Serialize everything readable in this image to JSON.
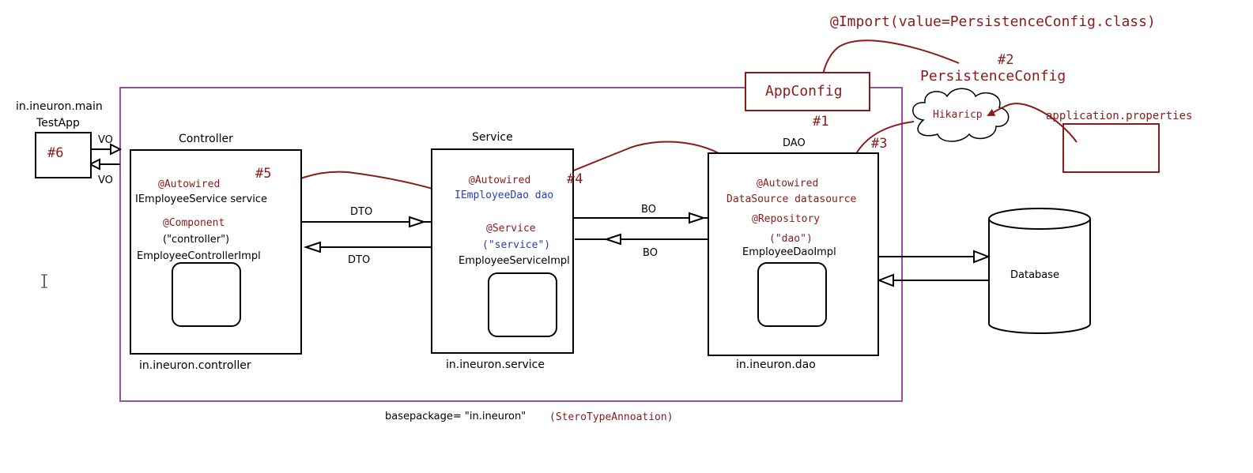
{
  "colors": {
    "annotation": "#8b1a1a",
    "blue_text": "#2a3db8",
    "frame": "#9b4f9b",
    "outline": "#000000"
  },
  "top": {
    "import_annotation": "@Import(value=PersistenceConfig.class)",
    "persistence_num": "#2",
    "persistence_label": "PersistenceConfig",
    "appconfig_label": "AppConfig",
    "appconfig_num": "#1",
    "hikari_label": "Hikaricp",
    "app_properties_label": "application.properties",
    "dao_num": "#3"
  },
  "testapp": {
    "package": "in.ineuron.main",
    "name": "TestApp",
    "num": "#6",
    "vo_in": "VO",
    "vo_out": "VO"
  },
  "controller": {
    "title": "Controller",
    "autowired": "@Autowired",
    "field": "IEmployeeService service",
    "component": "@Component",
    "component_arg": "(\"controller\")",
    "class_name": "EmployeeControllerImpl",
    "package": "in.ineuron.controller",
    "num": "#5"
  },
  "dto_labels": {
    "top": "DTO",
    "bottom": "DTO"
  },
  "service": {
    "title": "Service",
    "autowired": "@Autowired",
    "field": "IEmployeeDao dao",
    "num": "#4",
    "annotation": "@Service",
    "annotation_arg": "(\"service\")",
    "class_name": "EmployeeServiceImpl",
    "package": "in.ineuron.service"
  },
  "bo_labels": {
    "top": "BO",
    "bottom": "BO"
  },
  "dao": {
    "title": "DAO",
    "autowired": "@Autowired",
    "field": "DataSource datasource",
    "annotation": "@Repository",
    "annotation_arg": "(\"dao\")",
    "class_name": "EmployeeDaoImpl",
    "package": "in.ineuron.dao"
  },
  "database": {
    "label": "Database"
  },
  "footer": {
    "basepackage": "basepackage= \"in.ineuron\"",
    "stereotype": "(SteroTypeAnnoation)"
  }
}
